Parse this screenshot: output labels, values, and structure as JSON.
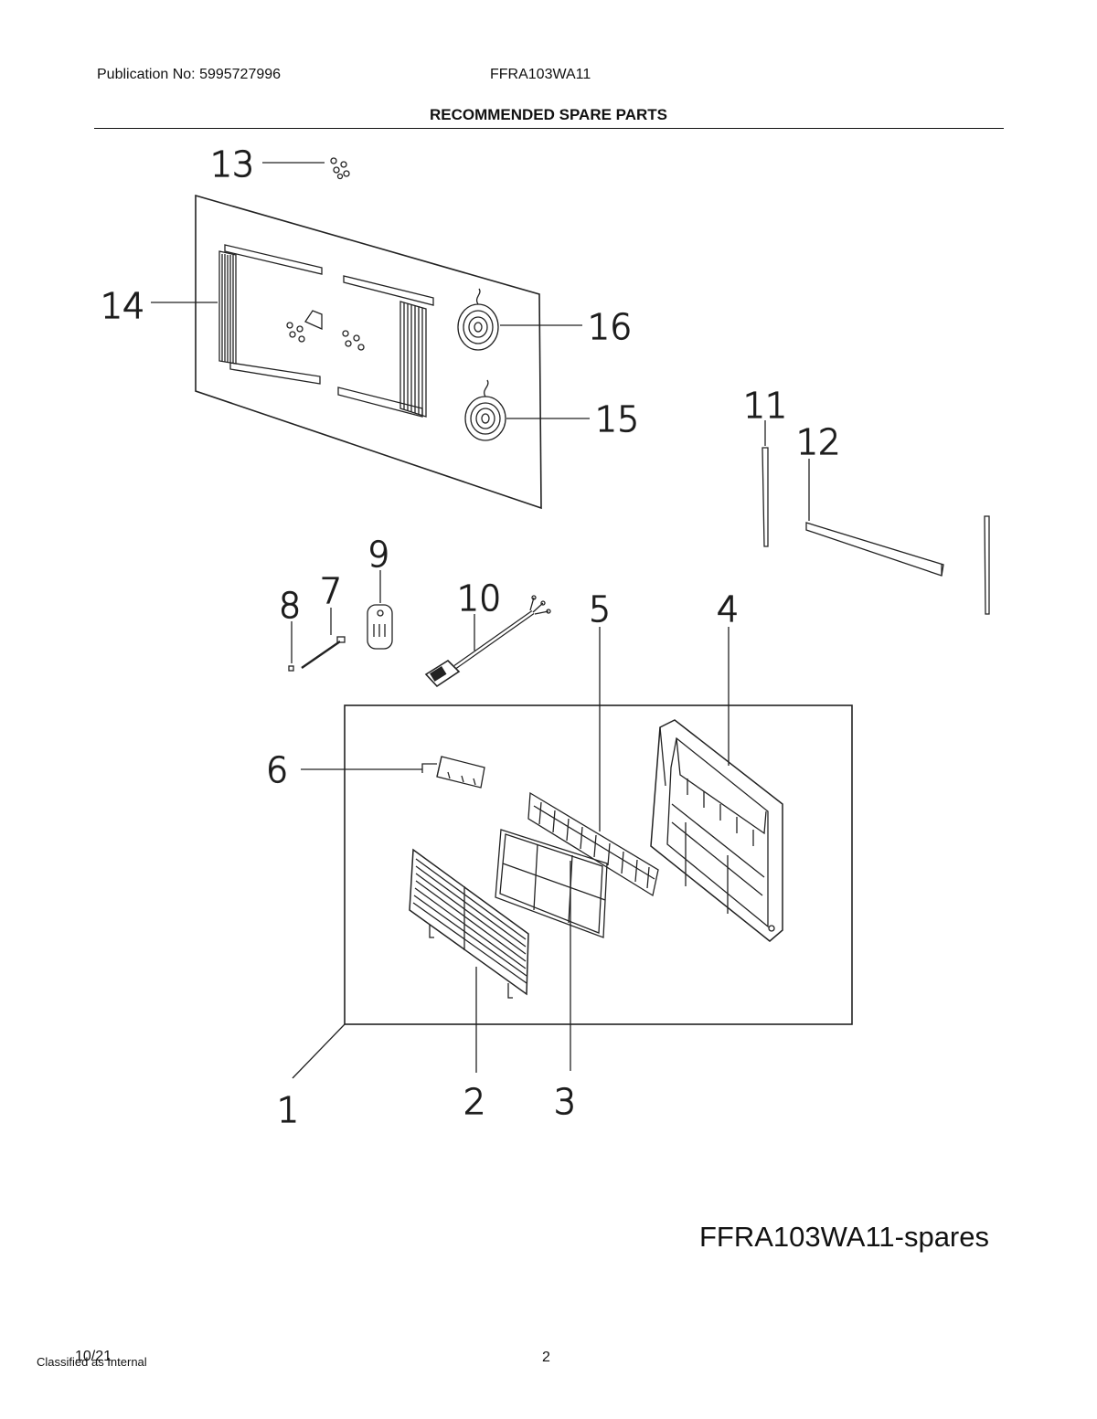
{
  "header": {
    "publication": "Publication No: 5995727996",
    "model": "FFRA103WA11",
    "title": "RECOMMENDED SPARE PARTS"
  },
  "callouts": {
    "c1": "1",
    "c2": "2",
    "c3": "3",
    "c4": "4",
    "c5": "5",
    "c6": "6",
    "c7": "7",
    "c8": "8",
    "c9": "9",
    "c10": "10",
    "c11": "11",
    "c12": "12",
    "c13": "13",
    "c14": "14",
    "c15": "15",
    "c16": "16"
  },
  "footer": {
    "diagram_id": "FFRA103WA11-spares",
    "date": "10/21",
    "page_number": "2",
    "classification": "Classified as Internal"
  }
}
